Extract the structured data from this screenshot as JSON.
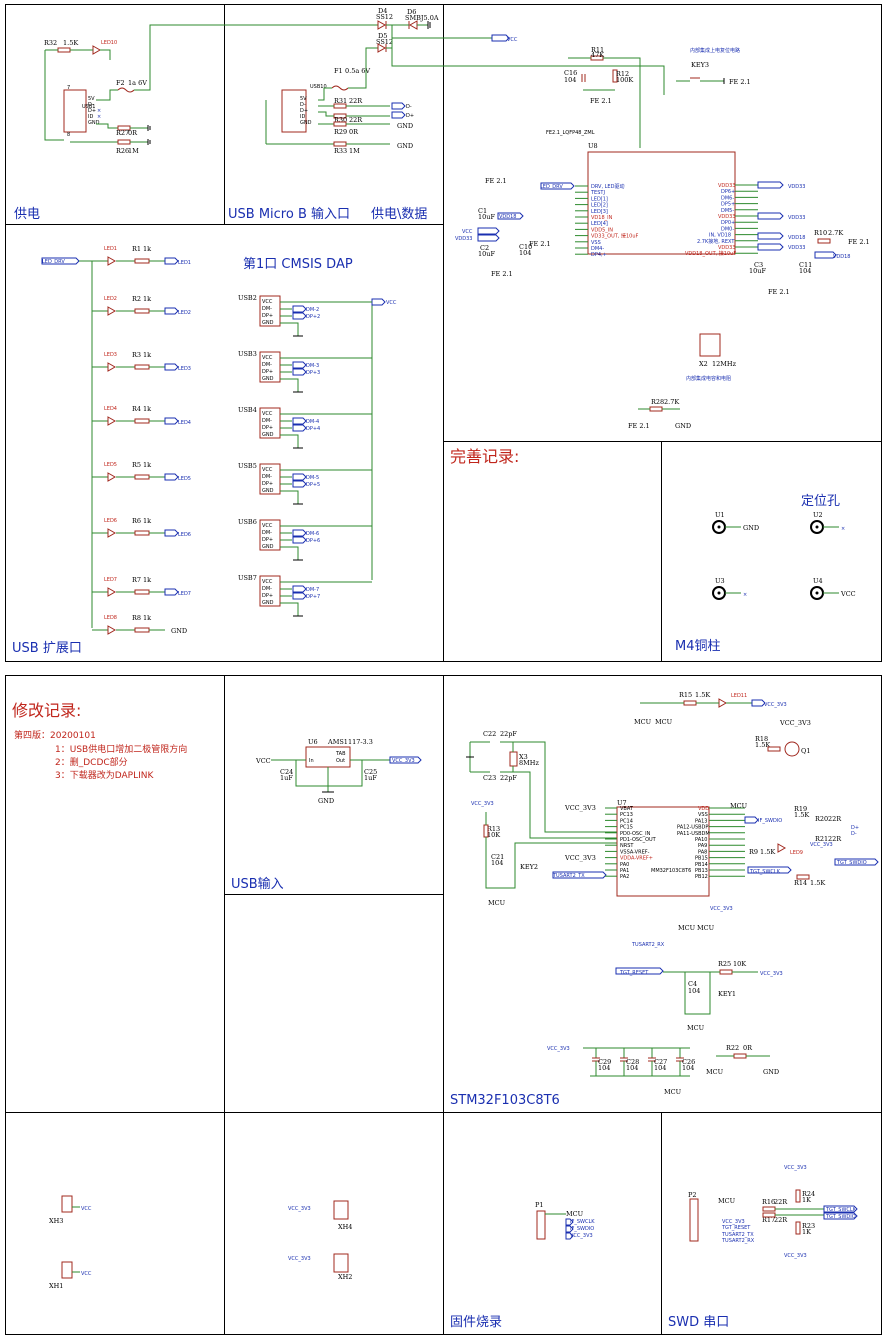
{
  "sections": {
    "power_supply": "供电",
    "usb_micro_b": "USB Micro B 输入口",
    "supply_data": "供电\\数据",
    "usb_expansion": "USB 扩展口",
    "cmsis_dap": "第1口 CMSIS DAP",
    "m4_pillar": "M4铜柱",
    "locating_holes": "定位孔",
    "usb_input": "USB输入",
    "stm32": "STM32F103C8T6",
    "firmware_burn": "固件烧录",
    "swd_serial": "SWD 串口"
  },
  "notes": {
    "perfect_title": "完善记录:",
    "modify_title": "修改记录:",
    "version": "第四版：20200101",
    "item1": "1：USB供电口增加二极管限方向",
    "item2": "2：删_DCDC部分",
    "item3": "3：下载器改为DAPLINK"
  },
  "captions": {
    "reset_circuit": "内部集成上电复位电路",
    "cap_res": "内部集成电容和电阻",
    "hub_chip": "FE2.1_LQFP48_ZML",
    "stm_chip": "MM32F103C8T6",
    "ldo": "AMS1117-3.3"
  },
  "nets": {
    "vcc": "VCC",
    "gnd": "GND",
    "vcc3v3": "VCC_3V3",
    "mcu": "MCU",
    "fe21": "FE 2.1",
    "vdd33": "VDD33",
    "vdd18": "VDD18",
    "led_drv": "LED_DRV",
    "dm": "D-",
    "dp": "D+",
    "tgt_reset": "TGT_RESET",
    "tgt_swclk": "TGT_SWCLK",
    "tgt_swdio": "TGT_SWDIO",
    "tusart2_tx": "TUSART2_TX",
    "tusart2_rx": "TUSART2_RX",
    "if_swclk": "IF_SWCLK",
    "if_swdio": "IF_SWDIO"
  },
  "leds": [
    {
      "ref": "LED1",
      "r": "R1",
      "val": "1k",
      "net": "LED1"
    },
    {
      "ref": "LED2",
      "r": "R2",
      "val": "1k",
      "net": "LED2"
    },
    {
      "ref": "LED3",
      "r": "R3",
      "val": "1k",
      "net": "LED3"
    },
    {
      "ref": "LED4",
      "r": "R4",
      "val": "1k",
      "net": "LED4"
    },
    {
      "ref": "LED5",
      "r": "R5",
      "val": "1k",
      "net": "LED5"
    },
    {
      "ref": "LED6",
      "r": "R6",
      "val": "1k",
      "net": "LED6"
    },
    {
      "ref": "LED7",
      "r": "R7",
      "val": "1k",
      "net": "LED7"
    },
    {
      "ref": "LED8",
      "r": "R8",
      "val": "1k",
      "net": "GND"
    }
  ],
  "usb_ports": [
    {
      "ref": "USB2",
      "dm": "DM-2",
      "dp": "DP+2"
    },
    {
      "ref": "USB3",
      "dm": "DM-3",
      "dp": "DP+3"
    },
    {
      "ref": "USB4",
      "dm": "DM-4",
      "dp": "DP+4"
    },
    {
      "ref": "USB5",
      "dm": "DM-5",
      "dp": "DP+5"
    },
    {
      "ref": "USB6",
      "dm": "DM-6",
      "dp": "DP+6"
    },
    {
      "ref": "USB7",
      "dm": "DM-7",
      "dp": "DP+7"
    }
  ],
  "usb_pins": [
    "VCC",
    "DM-",
    "DP+",
    "GND"
  ],
  "hub_left_pins": [
    "DRV, LED驱动",
    "TESTJ",
    "LED[1]",
    "LED[2]",
    "LED[3]",
    "VD18_IN",
    "LED[4]",
    "VDD5_IN",
    "VD33_OUT, 接10uF",
    "VSS",
    "DM4-",
    "DP4,+"
  ],
  "hub_right_pins": [
    "VDD33",
    "DP6+",
    "DM6-",
    "DP5+",
    "DM5-",
    "VDD33",
    "DP0+",
    "DM0-",
    "IN, VD18",
    "2.7K接地, REXT",
    "VDD33",
    "VDD18_OUT, 接10uF"
  ],
  "stm_right_pins": [
    "VDD",
    "VSS",
    "PA13",
    "PA12-USBDP",
    "PA11-USBDM",
    "PA10",
    "PA9",
    "PA8",
    "PB15",
    "PB14",
    "PB13",
    "PB12"
  ],
  "stm_left_pins": [
    "VBAT",
    "PC13",
    "PC14",
    "PC15",
    "PD0-OSC_IN",
    "PD1-OSC_OUT",
    "NRST",
    "VSSA-VREF-",
    "VDDA-VREF+",
    "PA0",
    "PA1",
    "PA2"
  ],
  "locators": [
    {
      "ref": "U1",
      "net": "GND"
    },
    {
      "ref": "U2",
      "net": "×"
    },
    {
      "ref": "U3",
      "net": "×"
    },
    {
      "ref": "U4",
      "net": "VCC"
    }
  ],
  "parts": {
    "r32": "R32",
    "r32v": "1.5K",
    "led10": "LED10",
    "f2": "F2",
    "f2v": "1a 6V",
    "usb1": "USB1",
    "r27": "R27",
    "r27v": "0R",
    "r26": "R26",
    "r26v": "1M",
    "usb10": "USB10",
    "f1": "F1",
    "f1v": "0.5a 6V",
    "r31": "R31",
    "r31v": "22R",
    "r30": "R30",
    "r30v": "22R",
    "r29": "R29",
    "r29v": "0R",
    "r33": "R33",
    "r33v": "1M",
    "d4": "D4",
    "d4v": "SS12",
    "d5": "D5",
    "d5v": "SS12",
    "d6": "D6",
    "d6v": "SMBJ5.0A",
    "r11": "R11",
    "r11v": "47K",
    "r12": "R12",
    "r12v": "100K",
    "c16": "C16",
    "c16v": "104",
    "key3": "KEY3",
    "u8": "U8",
    "c1": "C1",
    "c1v": "10uF",
    "c10": "C10",
    "c10v": "104",
    "c2": "C2",
    "c2v": "10uF",
    "r10": "R10",
    "r10v": "2.7K",
    "c3": "C3",
    "c3v": "10uF",
    "c11": "C11",
    "c11v": "104",
    "x2": "X2",
    "x2v": "12MHz",
    "r28": "R28",
    "r28v": "2.7K",
    "u6": "U6",
    "c24": "C24",
    "c24v": "1uF",
    "c25": "C25",
    "c25v": "1uF",
    "r15": "R15",
    "r15v": "1.5K",
    "led11": "LED11",
    "r18": "R18",
    "r18v": "1.5K",
    "q1": "Q1",
    "c22": "C22",
    "c22v": "22pF",
    "c23": "C23",
    "c23v": "22pF",
    "x3": "X3",
    "x3v": "8MHz",
    "r13": "R13",
    "r13v": "10K",
    "c21": "C21",
    "c21v": "104",
    "key2": "KEY2",
    "u7": "U7",
    "r19": "R19",
    "r19v": "1.5K",
    "r20": "R20",
    "r20v": "22R",
    "r21": "R21",
    "r21v": "22R",
    "r9": "R9",
    "r9v": "1.5K",
    "led9": "LED9",
    "r14": "R14",
    "r14v": "1.5K",
    "r25": "R25",
    "r25v": "10K",
    "c4": "C4",
    "c4v": "104",
    "key1": "KEY1",
    "c29": "C29",
    "c28": "C28",
    "c27": "C27",
    "c26": "C26",
    "c104": "104",
    "r22": "R22",
    "r22v": "0R",
    "xh3": "XH3",
    "xh1": "XH1",
    "xh4": "XH4",
    "xh2": "XH2",
    "p1": "P1",
    "p2": "P2",
    "r16": "R16",
    "r16v": "22R",
    "r17": "R17",
    "r17v": "22R",
    "r24": "R24",
    "r24v": "1K",
    "r23": "R23",
    "r23v": "1K"
  }
}
